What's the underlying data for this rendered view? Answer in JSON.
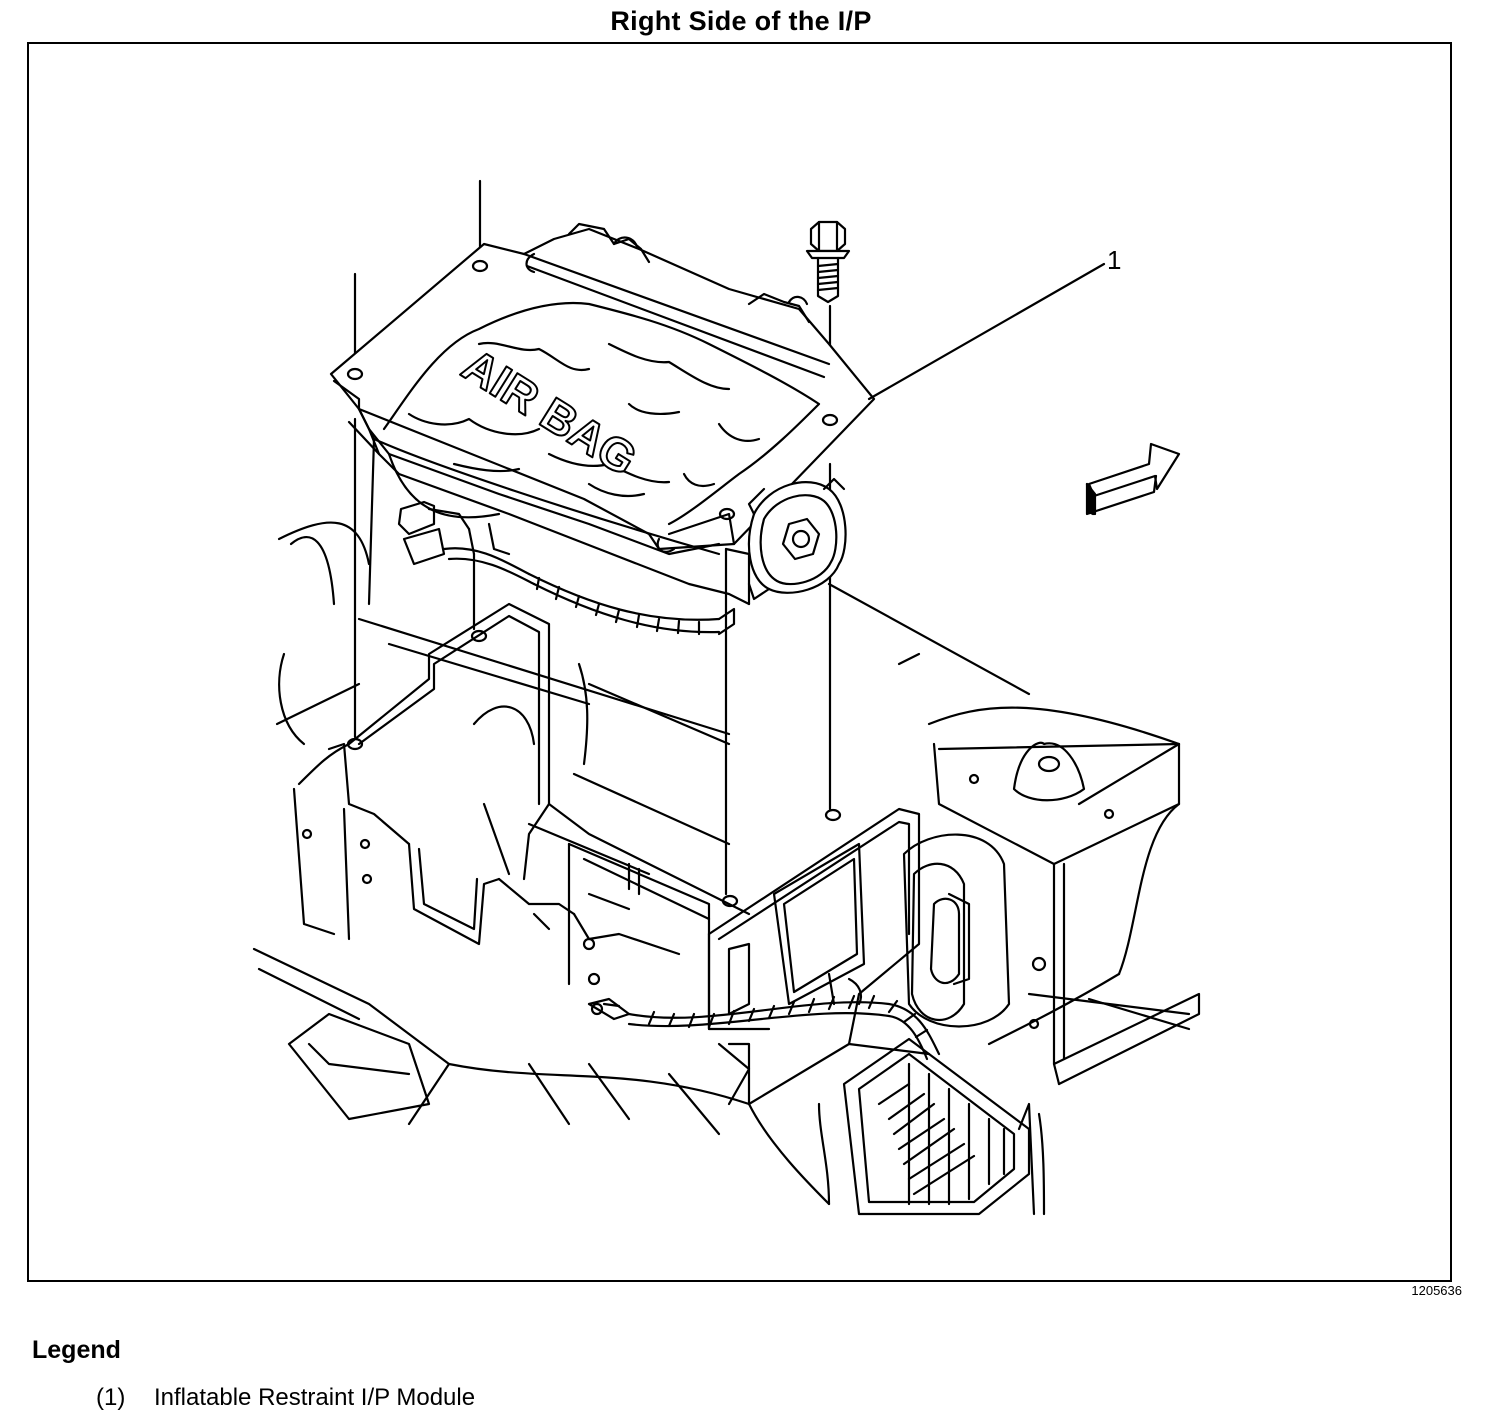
{
  "title": "Right Side of the I/P",
  "figure_id": "1205636",
  "diagram": {
    "callout": "1",
    "airbag_text": "AIR BAG"
  },
  "legend": {
    "heading": "Legend",
    "items": [
      {
        "number": "(1)",
        "label": "Inflatable Restraint I/P Module"
      }
    ]
  }
}
